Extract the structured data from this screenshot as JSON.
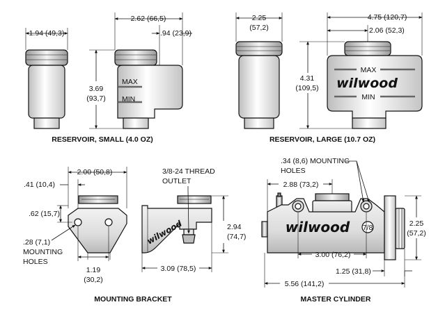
{
  "captions": {
    "reservoir_small": "RESERVOIR, SMALL (4.0 OZ)",
    "reservoir_large": "RESERVOIR, LARGE (10.7 OZ)",
    "mounting_bracket": "MOUNTING BRACKET",
    "master_cylinder": "MASTER CYLINDER"
  },
  "reservoir_small": {
    "dim_diameter": "1.94 (49,3)",
    "dim_overall_width": "2.62 (66,5)",
    "dim_offset": ".94 (23,9)",
    "dim_height_in": "3.69",
    "dim_height_mm": "(93,7)",
    "max_label": "MAX",
    "min_label": "MIN"
  },
  "reservoir_large": {
    "dim_diameter_in": "2.25",
    "dim_diameter_mm": "(57,2)",
    "dim_overall_width": "4.75 (120,7)",
    "dim_offset": "2.06 (52,3)",
    "dim_height_in": "4.31",
    "dim_height_mm": "(109,5)",
    "max_label": "MAX",
    "min_label": "MIN",
    "brand": "wilwood"
  },
  "mounting_bracket": {
    "dim_width": "2.00 (50,8)",
    "dim_edge": ".41 (10,4)",
    "dim_hole_height": ".62 (15,7)",
    "dim_hole_dia": ".28 (7,1)",
    "mounting_holes_line1": "MOUNTING",
    "mounting_holes_line2": "HOLES",
    "dim_hole_spacing_in": "1.19",
    "dim_hole_spacing_mm": "(30,2)",
    "thread_line1": "3/8-24 THREAD",
    "thread_line2": "OUTLET",
    "dim_height_in": "2.94",
    "dim_height_mm": "(74,7)",
    "dim_depth": "3.09 (78,5)",
    "brand": "wilwood"
  },
  "master_cylinder": {
    "holes_line1": ".34 (8,6) MOUNTING",
    "holes_line2": "HOLES",
    "dim_reservoir_pos": "2.88 (73,2)",
    "dim_hole_spacing": "3.00 (76,2)",
    "dim_flange": "1.25 (31,8)",
    "dim_overall_length": "5.56 (141,2)",
    "dim_height_in": "2.25",
    "dim_height_mm": "(57,2)",
    "bore_label": "7/8",
    "brand": "wilwood"
  }
}
